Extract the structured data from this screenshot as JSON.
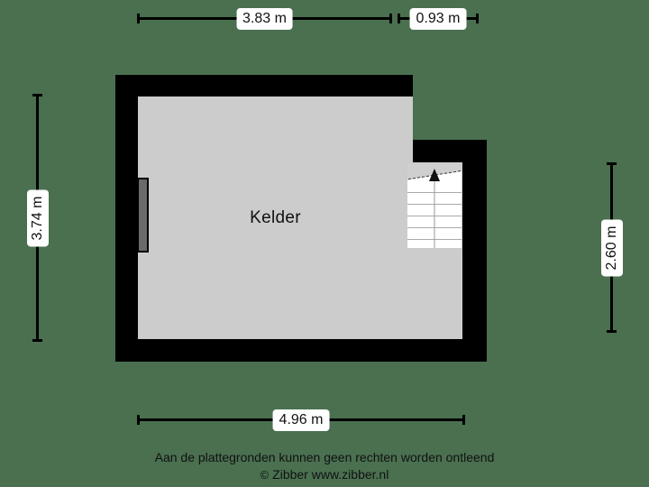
{
  "plan": {
    "room_label": "Kelder",
    "colors": {
      "background": "#4a7050",
      "wall": "#000000",
      "floor": "#cccccc",
      "stair": "#ffffff",
      "window": "#6a6a6a",
      "label_bg": "#ffffff"
    },
    "stair": {
      "direction_icon": "up-arrow-icon",
      "step_count": 6
    }
  },
  "dimensions": {
    "top_left": "3.83 m",
    "top_right": "0.93 m",
    "left": "3.74 m",
    "right": "2.60 m",
    "bottom": "4.96 m"
  },
  "footer": {
    "disclaimer": "Aan de plattegronden kunnen geen rechten worden ontleend",
    "copyright_mark": "©",
    "copyright": "Zibber www.zibber.nl"
  }
}
